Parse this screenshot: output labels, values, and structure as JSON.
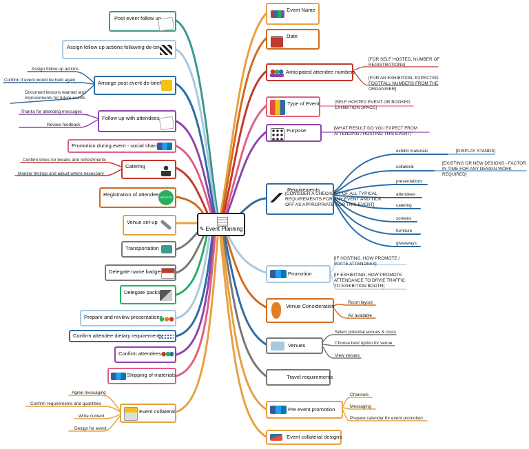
{
  "center": {
    "label": "Event Planning"
  },
  "right": {
    "event_name": "Event Name",
    "date": "Date",
    "attendee_numbers": {
      "label": "Anticipated attendee numbers",
      "notes": [
        "[FOR SELF HOSTED, NUMBER OF REGISTRATIONS]",
        "[FOR AN EXHIBITION, EXPECTED FOOTFALL NUMBERS FROM THE ORGANISER]"
      ]
    },
    "type_of_event": {
      "label": "Type of Event",
      "note": "[SELF HOSTED EVENT OR BOOKED EXHIBITION SPACE]"
    },
    "purpose": {
      "label": "Purpose",
      "note": "[WHAT RESULT DO YOU EXPECT FROM ATTENDING / HOSTING THIS EVENT]"
    },
    "requirements": {
      "label": "Requirements",
      "note": "[CONSIDER A CHECKLIST OF ALL TYPICAL REQUIREMENTS FOR ANY EVENT AND TICK OFF AS APPROPRIATE FOR THIS EVENT]",
      "items": [
        {
          "label": "exhibit materials",
          "note": "[DISPLAY STANDS]"
        },
        {
          "label": "collateral",
          "note": "[EXISTING OR NEW DESIGNS - FACTOR IN TIME FOR ANY DESIGN WORK REQUIRED]"
        },
        {
          "label": "presentations"
        },
        {
          "label": "attendees"
        },
        {
          "label": "catering"
        },
        {
          "label": "screens"
        },
        {
          "label": "furniture"
        },
        {
          "label": "giveaways"
        }
      ]
    },
    "promotion": {
      "label": "Promotion",
      "notes": [
        "[IF HOSTING, HOW PROMOTE / INVITE ATTENDEES]",
        "[IF EXHIBITING, HOW PROMOTE ATTENDANCE TO DRVIE TRAFFIC TO EXHIBITION BOOTH]"
      ]
    },
    "venue_consideration": {
      "label": "Venue Consideration",
      "items": [
        "Room layout",
        "AV available"
      ]
    },
    "venues": {
      "label": "Venues",
      "items": [
        "Select potential venues & costs",
        "Choose best option for venue",
        "View venues"
      ]
    },
    "travel": "Travel requirements",
    "pre_event_promotion": {
      "label": "Pre event promotion",
      "items": [
        "Channels",
        "Messaging",
        "Prepare calendar for event promotion"
      ]
    },
    "collateral_designs": "Event collateral designs"
  },
  "left": {
    "post_event": "Post event follow up",
    "assign_followup": "Assign follow up actions following de-brief",
    "arrange_debrief": {
      "label": "Arrange post event de-brief",
      "items": [
        "Assign follow up actions",
        "Confirm if event would be held again",
        "Document lessons learned and improvements for future events"
      ]
    },
    "follow_up_attendees": {
      "label": "Follow up with attendees",
      "items": [
        "Thanks for attending messages",
        "Review feedback"
      ]
    },
    "promotion_during": "Promotion during event - social sharing",
    "catering": {
      "label": "Catering",
      "items": [
        "Confirm times for breaks and refreshments",
        "Monitor timings and adjust where necessary"
      ]
    },
    "registration": "Registration of attendees",
    "venue_setup": "Venue set-up",
    "transportation": "Transportation",
    "name_badges": "Delegate name badges",
    "delegate_packs": "Delegate packs",
    "presentations": "Prepare and review presentations",
    "dietary": "Confirm attendee dietary requirements",
    "confirm_attendees": "Confirm attendees",
    "shipping": "Shipping of materials",
    "collateral": {
      "label": "Event collateral",
      "items": [
        "Agree messaging",
        "Confirm requirements and quantities",
        "Write content",
        "Design for event"
      ]
    }
  },
  "icons": {
    "register": "REGISTER"
  },
  "colors": {
    "orange": "#e8a040",
    "dark_orange": "#d2691e",
    "red": "#c0392b",
    "pink": "#e06080",
    "purple": "#8e44ad",
    "blue": "#2e6da4",
    "light_blue": "#a9c8e0",
    "gray": "#777777",
    "green": "#27ae60",
    "teal": "#3a9a8c",
    "brown": "#a0522d"
  }
}
